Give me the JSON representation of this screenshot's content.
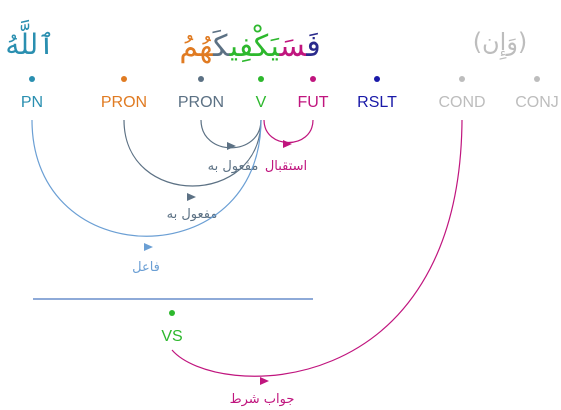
{
  "words": [
    {
      "id": "w_allah",
      "text": "ٱللَّهُ",
      "color": "#2a8fb0"
    },
    {
      "id": "w_verb",
      "segments": [
        {
          "text": "فَ",
          "color": "#2a2a8c"
        },
        {
          "text": "سَ",
          "color": "#c0157e"
        },
        {
          "text": "يَكْفِي",
          "color": "#2db82d"
        },
        {
          "text": "كَ",
          "color": "#5c7184"
        },
        {
          "text": "هُمُ",
          "color": "#e07b22"
        }
      ]
    },
    {
      "id": "w_wain",
      "text": "(وَإِن)",
      "color": "#bdbdbd"
    }
  ],
  "tags": [
    {
      "id": "PN",
      "label": "PN",
      "color": "#2a8fb0"
    },
    {
      "id": "PRON1",
      "label": "PRON",
      "color": "#e07b22"
    },
    {
      "id": "PRON2",
      "label": "PRON",
      "color": "#5c7184"
    },
    {
      "id": "V",
      "label": "V",
      "color": "#2db82d"
    },
    {
      "id": "FUT",
      "label": "FUT",
      "color": "#c0157e"
    },
    {
      "id": "RSLT",
      "label": "RSLT",
      "color": "#1a1aa8"
    },
    {
      "id": "COND",
      "label": "COND",
      "color": "#bdbdbd"
    },
    {
      "id": "CONJ",
      "label": "CONJ",
      "color": "#bdbdbd"
    },
    {
      "id": "VS",
      "label": "VS",
      "color": "#2db82d"
    }
  ],
  "relations": [
    {
      "id": "rel_future",
      "label": "استقبال",
      "color": "#c0157e"
    },
    {
      "id": "rel_obj1",
      "label": "مفعول به",
      "color": "#5c7184"
    },
    {
      "id": "rel_obj2",
      "label": "مفعول به",
      "color": "#5c7184"
    },
    {
      "id": "rel_subj",
      "label": "فاعل",
      "color": "#6b9fd4"
    },
    {
      "id": "rel_cond",
      "label": "جواب شرط",
      "color": "#c0157e"
    }
  ],
  "colors": {
    "divider": "#4a78c0",
    "background": "#ffffff"
  }
}
